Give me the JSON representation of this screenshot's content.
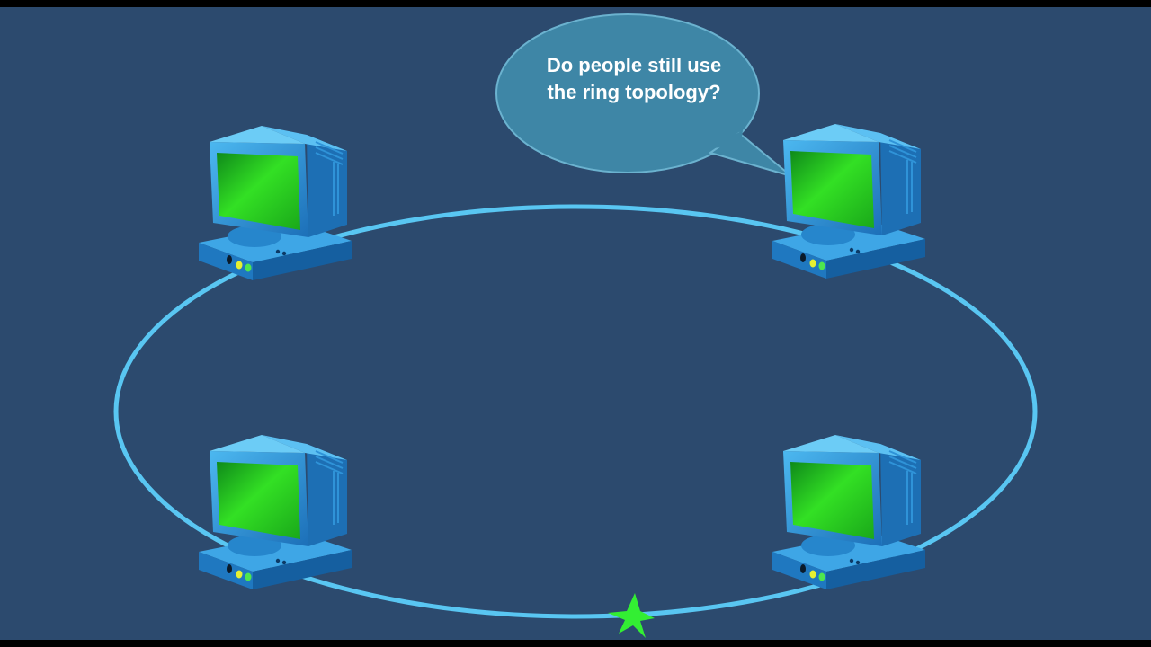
{
  "diagram": {
    "type": "ring-topology",
    "speech_bubble": {
      "line1": "Do people still use",
      "line2": "the ring topology?"
    },
    "nodes": [
      {
        "name": "computer-top-left",
        "icon": "desktop-computer-icon"
      },
      {
        "name": "computer-top-right",
        "icon": "desktop-computer-icon"
      },
      {
        "name": "computer-bottom-left",
        "icon": "desktop-computer-icon"
      },
      {
        "name": "computer-bottom-right",
        "icon": "desktop-computer-icon"
      }
    ],
    "break_marker": {
      "icon": "star-icon",
      "color": "#33ee33"
    },
    "colors": {
      "background": "#2c4a6e",
      "ring": "#59c6f2",
      "bubble": "#3e86a6",
      "computer_body": "#2a8fd6",
      "screen": "#33dd22"
    }
  }
}
